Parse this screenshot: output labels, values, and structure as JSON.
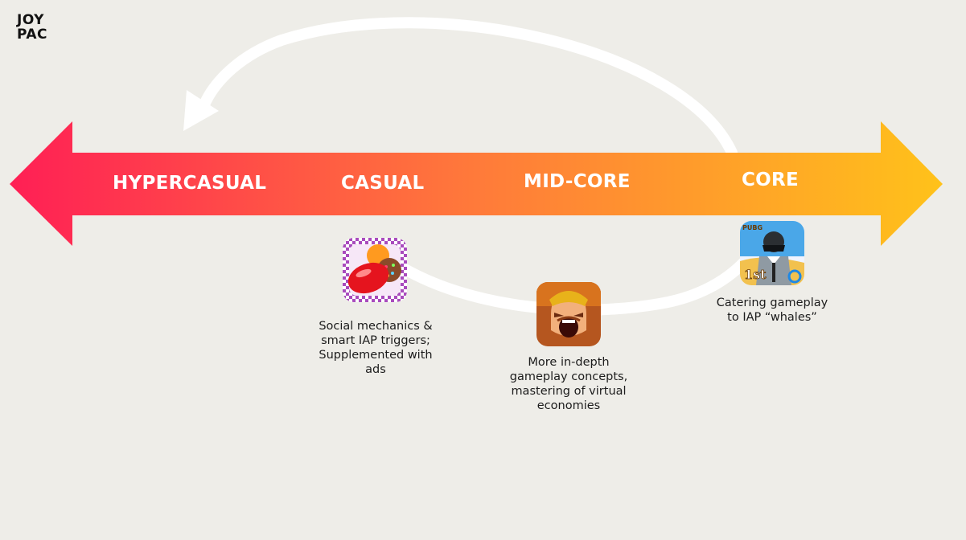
{
  "logo": {
    "line1": "JOY",
    "line2": "PAC"
  },
  "spectrum": {
    "stages": [
      {
        "label": "HYPERCASUAL"
      },
      {
        "label": "CASUAL"
      },
      {
        "label": "MID-CORE"
      },
      {
        "label": "CORE"
      }
    ],
    "colors": {
      "left": "#ff1f55",
      "mid": "#ff7a3a",
      "right": "#ffc21a"
    }
  },
  "games": [
    {
      "icon": "candy-crush-icon",
      "description": [
        "Social mechanics &",
        "smart IAP triggers;",
        "Supplemented with",
        "ads"
      ]
    },
    {
      "icon": "clash-of-clans-icon",
      "description": [
        "More in-depth",
        "gameplay concepts,",
        "mastering of virtual",
        "economies"
      ]
    },
    {
      "icon": "pubg-mobile-icon",
      "icon_text": {
        "brand": "PUBG",
        "badge": "1st"
      },
      "description": [
        "Catering gameplay",
        "to IAP “whales”"
      ]
    }
  ]
}
